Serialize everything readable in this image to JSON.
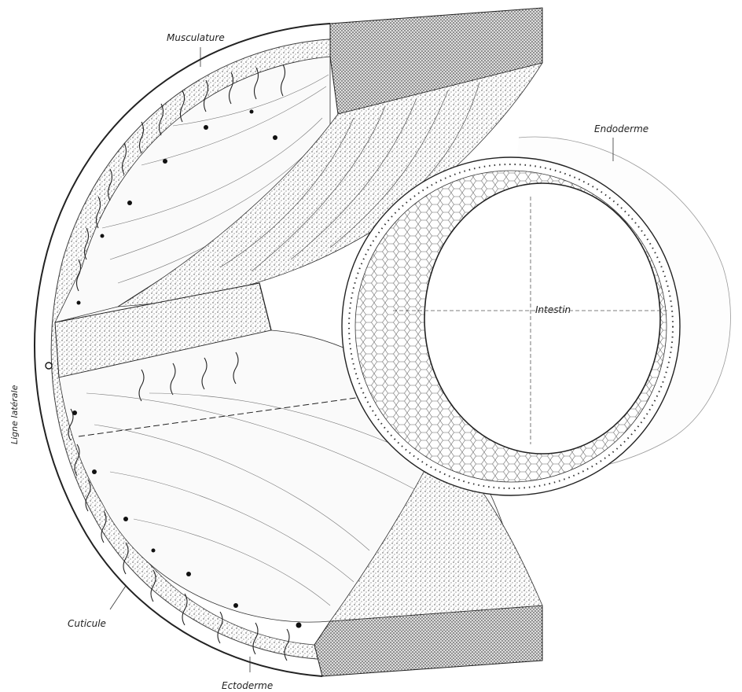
{
  "figure": {
    "labels": {
      "musculature": "Musculature",
      "endoderme": "Endoderme",
      "intestin": "Intestin",
      "ligne_laterale": "Ligne latérale",
      "cuticule": "Cuticule",
      "ectoderme": "Ectoderme"
    },
    "colors": {
      "ink": "#1a1a1a",
      "stipple": "#555555",
      "paper": "#ffffff"
    }
  }
}
